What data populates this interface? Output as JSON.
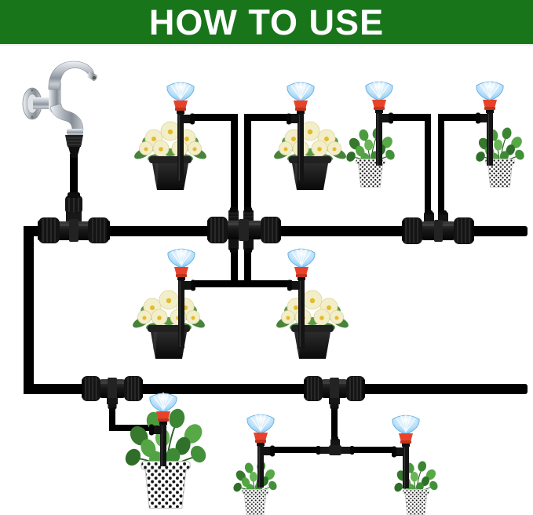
{
  "header": {
    "title": "HOW TO USE"
  },
  "colors": {
    "banner_green": "#18751a",
    "title_white": "#ffffff",
    "pipe_black": "#000000",
    "fitting_black": "#141414",
    "sprayer_orange": "#e8432a",
    "water_blue": "#7cc3f0",
    "flower_cream": "#f2eec8",
    "flower_center_yellow": "#e5ba2e",
    "leaf_green": "#43903a",
    "pot_black": "#141414",
    "pot_white": "#ffffff",
    "faucet_chrome": "#b9bfc7"
  },
  "diagram": {
    "water_source": "faucet",
    "sprinkler_count": 9,
    "flowering_plant_count": 4,
    "foliage_plant_count": 5,
    "connector_types": [
      "tee-connector-with-top-inlet",
      "4-port-cross-manifold",
      "2-port-manifold",
      "inline-coupler-with-drop-port",
      "barbed-tee"
    ]
  }
}
